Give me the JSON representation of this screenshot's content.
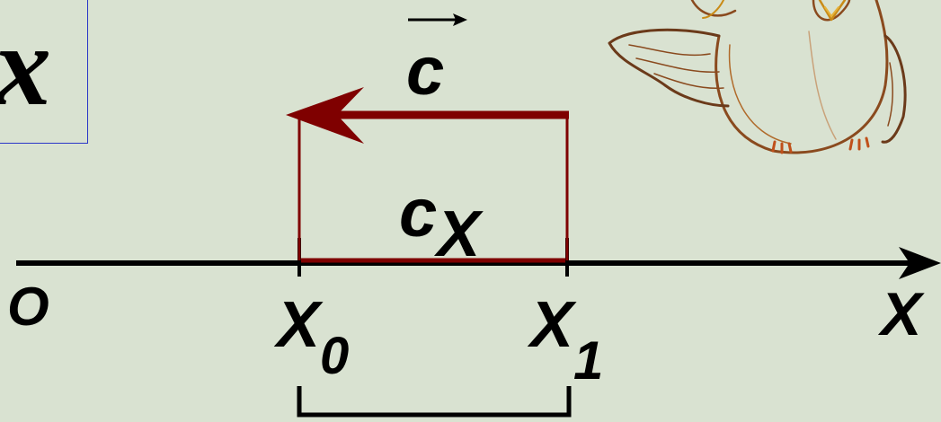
{
  "corner_box": {
    "text": "x"
  },
  "vector_name": "c",
  "projection_name": "c",
  "projection_subscript": "X",
  "origin_label": "O",
  "axis_label": "X",
  "start_point": {
    "main": "X",
    "sub": "0"
  },
  "end_point": {
    "main": "X",
    "sub": "1"
  },
  "colors": {
    "background": "#d9e2d1",
    "vector": "#7f0000",
    "axis": "#000000",
    "frame": "#2a36c8"
  },
  "icons": {
    "decoration": "owl-icon"
  }
}
